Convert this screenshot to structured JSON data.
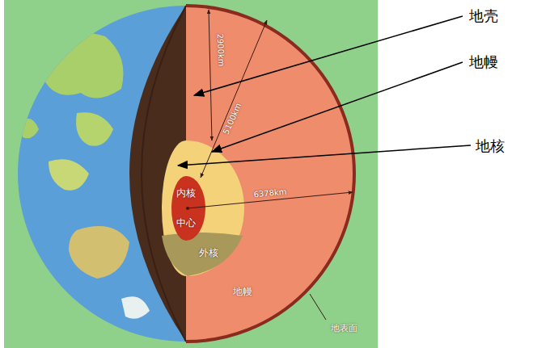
{
  "diagram": {
    "labels": [
      "地壳",
      "地幔",
      "地核",
      "2900km",
      "5100km",
      "6378km",
      "内核",
      "中心",
      "外核",
      "地幔",
      "地表面"
    ]
  }
}
